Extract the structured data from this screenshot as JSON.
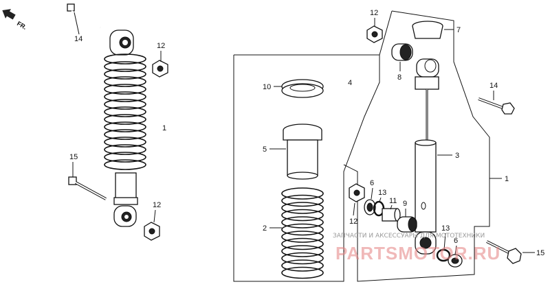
{
  "direction_marker": "FR.",
  "callouts": {
    "left_bolt_top": "14",
    "left_nut_top": "12",
    "left_assembly": "1",
    "left_bolt_bottom": "15",
    "left_nut_bottom": "12",
    "seat_upper": "10",
    "group_4": "4",
    "collar_5": "5",
    "spring_2": "2",
    "nut_top_center": "12",
    "cap_7": "7",
    "bushing_8": "8",
    "bolt_14_right": "14",
    "damper_3": "3",
    "assembly_1_right": "1",
    "washer_6_a": "6",
    "ring_13_a": "13",
    "sleeve_11": "11",
    "bushing_9": "9",
    "nut_12_mid": "12",
    "ring_13_b": "13",
    "washer_6_b": "6",
    "bolt_15_right": "15"
  },
  "watermark": {
    "caption": "ЗАПЧАСТИ И АКСЕССУАРЫ ДЛЯ МОТОТЕХНИКИ",
    "brand": "PARTSMOTOR.RU"
  }
}
